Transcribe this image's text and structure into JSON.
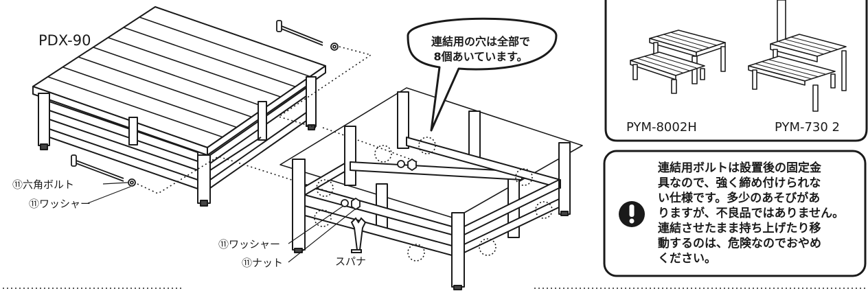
{
  "model_main": "PDX-90",
  "callout": {
    "lines": [
      "連結用の穴は全部で",
      "8個あいています。"
    ]
  },
  "parts": {
    "bolt": "⑪六角ボルト",
    "washer_a": "⑪ワッシャー",
    "washer_b": "⑪ワッシャー",
    "nut": "⑪ナット",
    "spanner": "スパナ"
  },
  "variants": {
    "left": "PYM-8002H",
    "right": "PYM-730 2"
  },
  "caution": {
    "icon": "exclamation-icon",
    "lines": [
      "連結用ボルトは設置後の固定金",
      "具なので、強く締め付けられな",
      "い仕様です。多少のあそびがあ",
      "りますが、不良品ではありません。",
      "連結させたまま持ち上げたり移",
      "動するのは、危険なのでおやめ",
      "ください。"
    ]
  }
}
